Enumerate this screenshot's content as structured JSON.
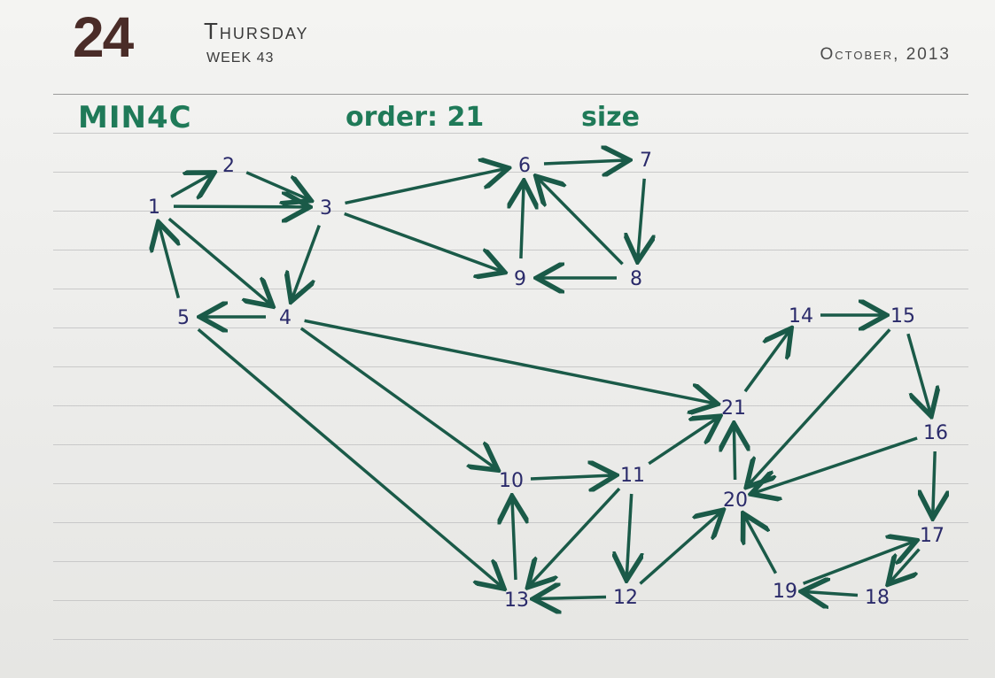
{
  "header": {
    "day_number": "24",
    "weekday": "Thursday",
    "week": "WEEK 43",
    "month_year": "October, 2013"
  },
  "notes": {
    "graph_name": "MIN4C",
    "order_label": "order: 21",
    "size_label": "size"
  },
  "colors": {
    "ink_green": "#1f7a58",
    "ink_arrow": "#1a5a48",
    "ink_labels": "#2a2a6a",
    "print_brown": "#4a2c28"
  },
  "graph": {
    "nodes": [
      {
        "id": "1",
        "label": "1"
      },
      {
        "id": "2",
        "label": "2"
      },
      {
        "id": "3",
        "label": "3"
      },
      {
        "id": "4",
        "label": "4"
      },
      {
        "id": "5",
        "label": "5"
      },
      {
        "id": "6",
        "label": "6"
      },
      {
        "id": "7",
        "label": "7"
      },
      {
        "id": "8",
        "label": "8"
      },
      {
        "id": "9",
        "label": "9"
      },
      {
        "id": "10",
        "label": "10"
      },
      {
        "id": "11",
        "label": "11"
      },
      {
        "id": "12",
        "label": "12"
      },
      {
        "id": "13",
        "label": "13"
      },
      {
        "id": "14",
        "label": "14"
      },
      {
        "id": "15",
        "label": "15"
      },
      {
        "id": "16",
        "label": "16"
      },
      {
        "id": "17",
        "label": "17"
      },
      {
        "id": "18",
        "label": "18"
      },
      {
        "id": "19",
        "label": "19"
      },
      {
        "id": "20",
        "label": "20"
      },
      {
        "id": "21",
        "label": "21"
      }
    ],
    "edges": [
      {
        "from": "1",
        "to": "2"
      },
      {
        "from": "1",
        "to": "3"
      },
      {
        "from": "1",
        "to": "4"
      },
      {
        "from": "2",
        "to": "3"
      },
      {
        "from": "3",
        "to": "6"
      },
      {
        "from": "3",
        "to": "9"
      },
      {
        "from": "3",
        "to": "4"
      },
      {
        "from": "4",
        "to": "5"
      },
      {
        "from": "5",
        "to": "1"
      },
      {
        "from": "4",
        "to": "21"
      },
      {
        "from": "4",
        "to": "10"
      },
      {
        "from": "5",
        "to": "13"
      },
      {
        "from": "6",
        "to": "7"
      },
      {
        "from": "7",
        "to": "8"
      },
      {
        "from": "8",
        "to": "9"
      },
      {
        "from": "8",
        "to": "6"
      },
      {
        "from": "9",
        "to": "6"
      },
      {
        "from": "10",
        "to": "11"
      },
      {
        "from": "11",
        "to": "21"
      },
      {
        "from": "11",
        "to": "13"
      },
      {
        "from": "11",
        "to": "12"
      },
      {
        "from": "12",
        "to": "13"
      },
      {
        "from": "13",
        "to": "10"
      },
      {
        "from": "12",
        "to": "20"
      },
      {
        "from": "20",
        "to": "21"
      },
      {
        "from": "21",
        "to": "14"
      },
      {
        "from": "14",
        "to": "15"
      },
      {
        "from": "15",
        "to": "16"
      },
      {
        "from": "15",
        "to": "20"
      },
      {
        "from": "16",
        "to": "20"
      },
      {
        "from": "16",
        "to": "17"
      },
      {
        "from": "17",
        "to": "18"
      },
      {
        "from": "18",
        "to": "19"
      },
      {
        "from": "19",
        "to": "17"
      },
      {
        "from": "19",
        "to": "20"
      }
    ]
  }
}
